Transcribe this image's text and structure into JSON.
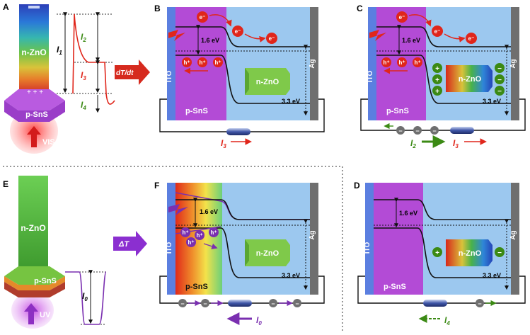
{
  "panels": {
    "A": {
      "letter": "A",
      "rod_label": "n-ZnO",
      "base_label": "p-SnS",
      "light_label": "VIS",
      "currents": {
        "i1": "I",
        "i1_sub": "1",
        "i2": "I",
        "i2_sub": "2",
        "i3": "I",
        "i3_sub": "3",
        "i4": "I",
        "i4_sub": "4"
      }
    },
    "arrow_dT_dt": "dT/dt",
    "B": {
      "letter": "B",
      "ito": "ITO",
      "ag": "Ag",
      "pSnS": "p-SnS",
      "nZnO": "n-ZnO",
      "gap_small": "1.6 eV",
      "gap_large": "3.3 eV",
      "electron": "e⁻",
      "hole": "h⁺",
      "current": "I",
      "current_sub": "3"
    },
    "C": {
      "letter": "C",
      "ito": "ITO",
      "ag": "Ag",
      "pSnS": "p-SnS",
      "nZnO": "n-ZnO",
      "gap_small": "1.6 eV",
      "gap_large": "3.3 eV",
      "electron": "e⁻",
      "hole": "h⁺",
      "plus": "+",
      "minus": "−",
      "current_a": "I",
      "current_a_sub": "2",
      "current_b": "I",
      "current_b_sub": "3"
    },
    "E": {
      "letter": "E",
      "rod_label": "n-ZnO",
      "base_label": "p-SnS",
      "light_label": "UV",
      "current": "I",
      "current_sub": "0"
    },
    "arrow_dT": "ΔT",
    "F": {
      "letter": "F",
      "ito": "ITO",
      "ag": "Ag",
      "pSnS": "p-SnS",
      "nZnO": "n-ZnO",
      "gap_small": "1.6 eV",
      "gap_large": "3.3 eV",
      "hole": "h⁺",
      "minus": "−",
      "current": "I",
      "current_sub": "0"
    },
    "D": {
      "letter": "D",
      "ito": "ITO",
      "ag": "Ag",
      "pSnS": "p-SnS",
      "nZnO": "n-ZnO",
      "gap_small": "1.6 eV",
      "gap_large": "3.3 eV",
      "plus": "+",
      "minus": "−",
      "current": "I",
      "current_sub": "4"
    }
  },
  "colors": {
    "ito": "#5b7fe0",
    "psns": "#b34bd6",
    "zno_bg": "#9cc8ef",
    "ag": "#6f6f6f",
    "electron": "#e0261b",
    "current_red": "#e0261b",
    "current_green": "#3b8a14",
    "current_purple": "#7a2fb0",
    "rod_green": "#4caf3c"
  }
}
